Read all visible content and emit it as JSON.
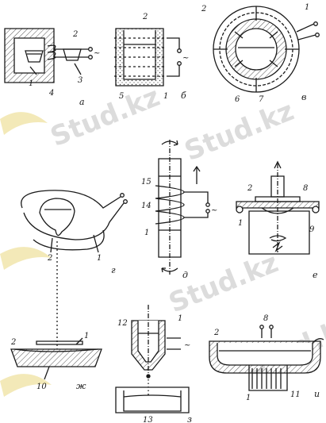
{
  "watermark": "Stud.kz",
  "colors": {
    "ink": "#1a1a1a",
    "hatch": "#555555",
    "watermark": "#dcdcdc",
    "swoosh": "#f3e9b8"
  },
  "panels": {
    "a": {
      "caption": "а",
      "labels": [
        "2",
        "1",
        "4",
        "3"
      ]
    },
    "b": {
      "caption": "б",
      "labels": [
        "2",
        "5",
        "1"
      ]
    },
    "v": {
      "caption": "в",
      "labels": [
        "2",
        "1",
        "6",
        "7"
      ]
    },
    "g": {
      "caption": "г",
      "labels": [
        "2",
        "1"
      ]
    },
    "d": {
      "caption": "д",
      "labels": [
        "15",
        "14",
        "1"
      ]
    },
    "e": {
      "caption": "е",
      "labels": [
        "2",
        "8",
        "1",
        "9"
      ]
    },
    "zh": {
      "caption": "ж",
      "labels": [
        "2",
        "1",
        "10"
      ]
    },
    "z": {
      "caption": "з",
      "labels": [
        "12",
        "1",
        "13"
      ]
    },
    "i": {
      "caption": "и",
      "labels": [
        "2",
        "8",
        "1",
        "11"
      ]
    }
  },
  "symbols": {
    "ac": "~"
  }
}
